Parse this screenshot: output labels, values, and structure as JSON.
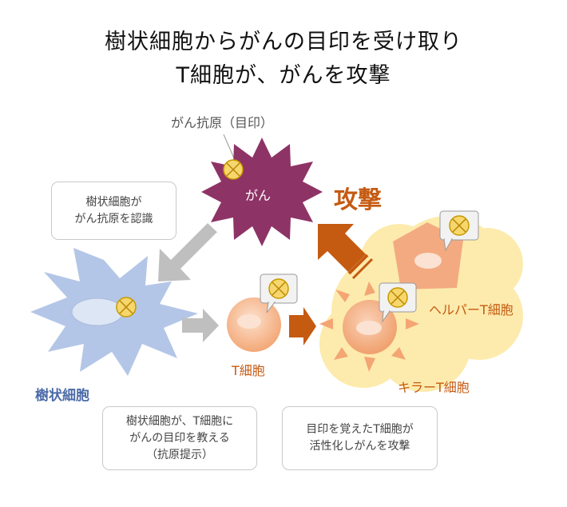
{
  "title": {
    "line1": "樹状細胞からがんの目印を受け取り",
    "line2": "T細胞が、がんを攻撃"
  },
  "antigen_label": "がん抗原（目印）",
  "cancer_label": "がん",
  "attack_label": "攻撃",
  "cells": {
    "dendritic": "樹状細胞",
    "t_cell": "T細胞",
    "helper": "ヘルパーT細胞",
    "killer": "キラーT細胞"
  },
  "notes": {
    "recognize": [
      "樹状細胞が",
      "がん抗原を認識"
    ],
    "present": [
      "樹状細胞が、T細胞に",
      "がんの目印を教える",
      "（抗原提示）"
    ],
    "activate": [
      "目印を覚えたT細胞が",
      "活性化しがんを攻撃"
    ]
  },
  "colors": {
    "cancer": "#8e3366",
    "dendritic": "#b4c6e7",
    "dendritic_text": "#4a6aa8",
    "orange": "#c55a11",
    "t_cell": "#f4b58d",
    "glow": "#fde9a5",
    "gray_arrow": "#bfbfbf",
    "marker_fill": "#f7d76b",
    "marker_stroke": "#c79a00"
  }
}
